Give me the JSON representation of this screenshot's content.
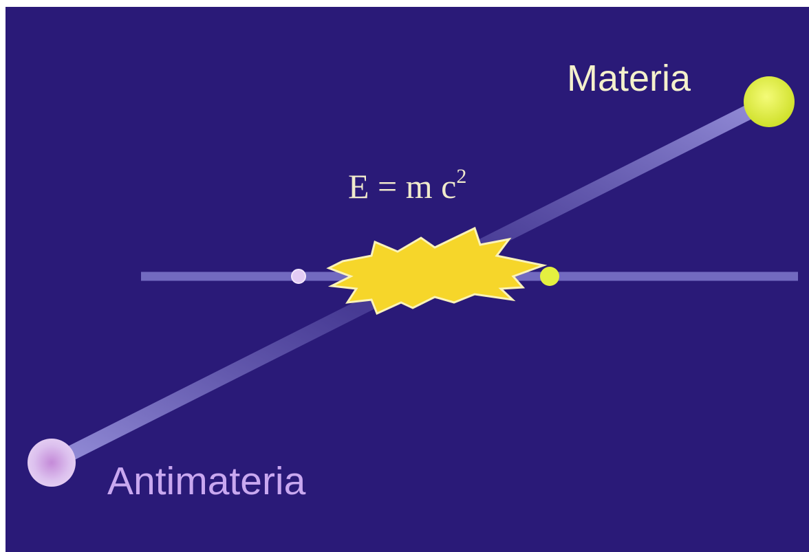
{
  "labels": {
    "materia": "Materia",
    "antimateria": "Antimateria",
    "equation_base": "E = m c",
    "equation_exponent": "2"
  },
  "colors": {
    "background": "#2a1a78",
    "frame": "#ffffff",
    "track": "#8c86d6",
    "materia_particle": "#e4f040",
    "antimateria_particle": "#d8b8ee",
    "explosion": "#f6d62a",
    "materia_label": "#f4f1cc",
    "antimateria_label": "#c9a8f0",
    "equation_text": "#f0eacc"
  },
  "icons": {
    "materia": "matter-particle-icon",
    "antimateria": "antimatter-particle-icon",
    "annihilation": "annihilation-burst-icon"
  }
}
